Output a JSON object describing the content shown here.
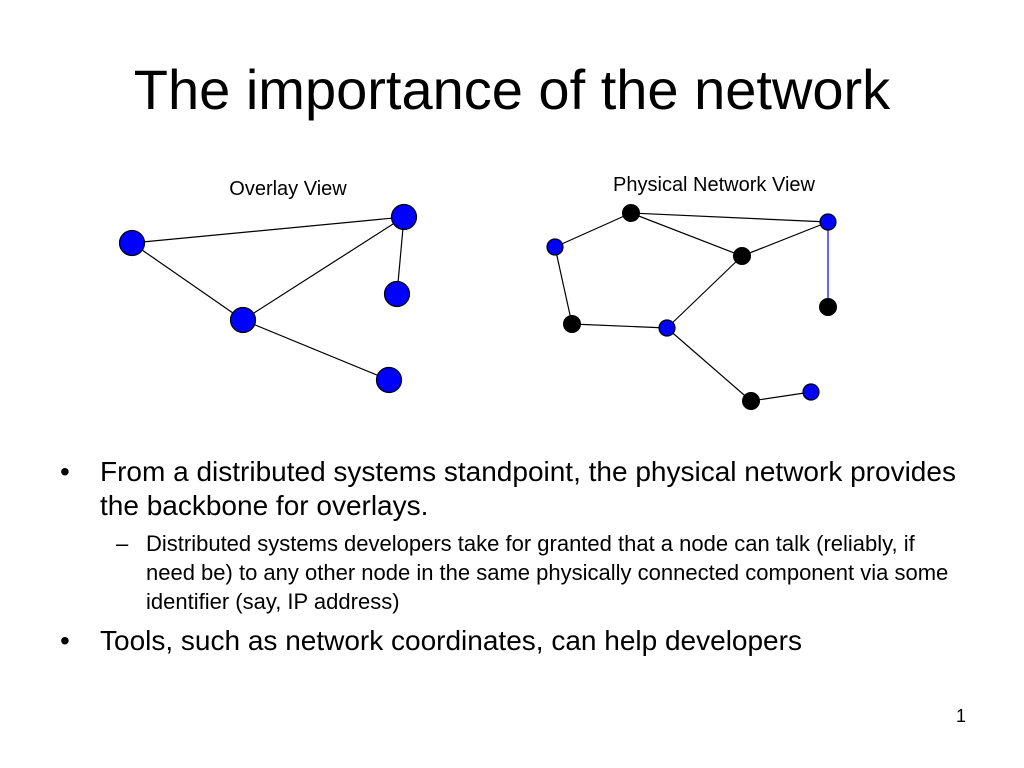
{
  "slide": {
    "title": "The importance of the network",
    "number": "1"
  },
  "diagrams": {
    "overlay": {
      "caption": "Overlay View",
      "nodes": [
        {
          "id": "o1",
          "kind": "peer"
        },
        {
          "id": "o2",
          "kind": "peer"
        },
        {
          "id": "o3",
          "kind": "peer"
        },
        {
          "id": "o4",
          "kind": "peer"
        },
        {
          "id": "o5",
          "kind": "peer"
        }
      ],
      "edges": [
        [
          "o1",
          "o2"
        ],
        [
          "o1",
          "o4"
        ],
        [
          "o2",
          "o3"
        ],
        [
          "o2",
          "o4"
        ],
        [
          "o4",
          "o5"
        ]
      ]
    },
    "physical": {
      "caption": "Physical Network View",
      "nodes": [
        {
          "id": "p1",
          "kind": "peer"
        },
        {
          "id": "p2",
          "kind": "router"
        },
        {
          "id": "p3",
          "kind": "peer"
        },
        {
          "id": "p4",
          "kind": "router"
        },
        {
          "id": "p5",
          "kind": "router"
        },
        {
          "id": "p6",
          "kind": "router"
        },
        {
          "id": "p7",
          "kind": "peer"
        },
        {
          "id": "p8",
          "kind": "router"
        },
        {
          "id": "p9",
          "kind": "peer"
        }
      ],
      "edges": [
        [
          "p1",
          "p2",
          "black"
        ],
        [
          "p2",
          "p3",
          "black"
        ],
        [
          "p2",
          "p4",
          "black"
        ],
        [
          "p4",
          "p3",
          "black"
        ],
        [
          "p3",
          "p5",
          "blue"
        ],
        [
          "p1",
          "p6",
          "black"
        ],
        [
          "p6",
          "p7",
          "black"
        ],
        [
          "p7",
          "p4",
          "black"
        ],
        [
          "p7",
          "p8",
          "black"
        ],
        [
          "p8",
          "p9",
          "black"
        ]
      ]
    },
    "colors": {
      "peer": "#0000ff",
      "router": "#000000"
    }
  },
  "bullets": {
    "marker": "•",
    "sub_marker": "–",
    "item1": "From a distributed systems standpoint, the physical network provides the backbone for overlays.",
    "item1_sub1": "Distributed systems developers take for granted that a node can talk (reliably, if need be) to any other node in the same physically connected component via some identifier (say, IP address)",
    "item2": "Tools, such as network coordinates, can help developers"
  }
}
